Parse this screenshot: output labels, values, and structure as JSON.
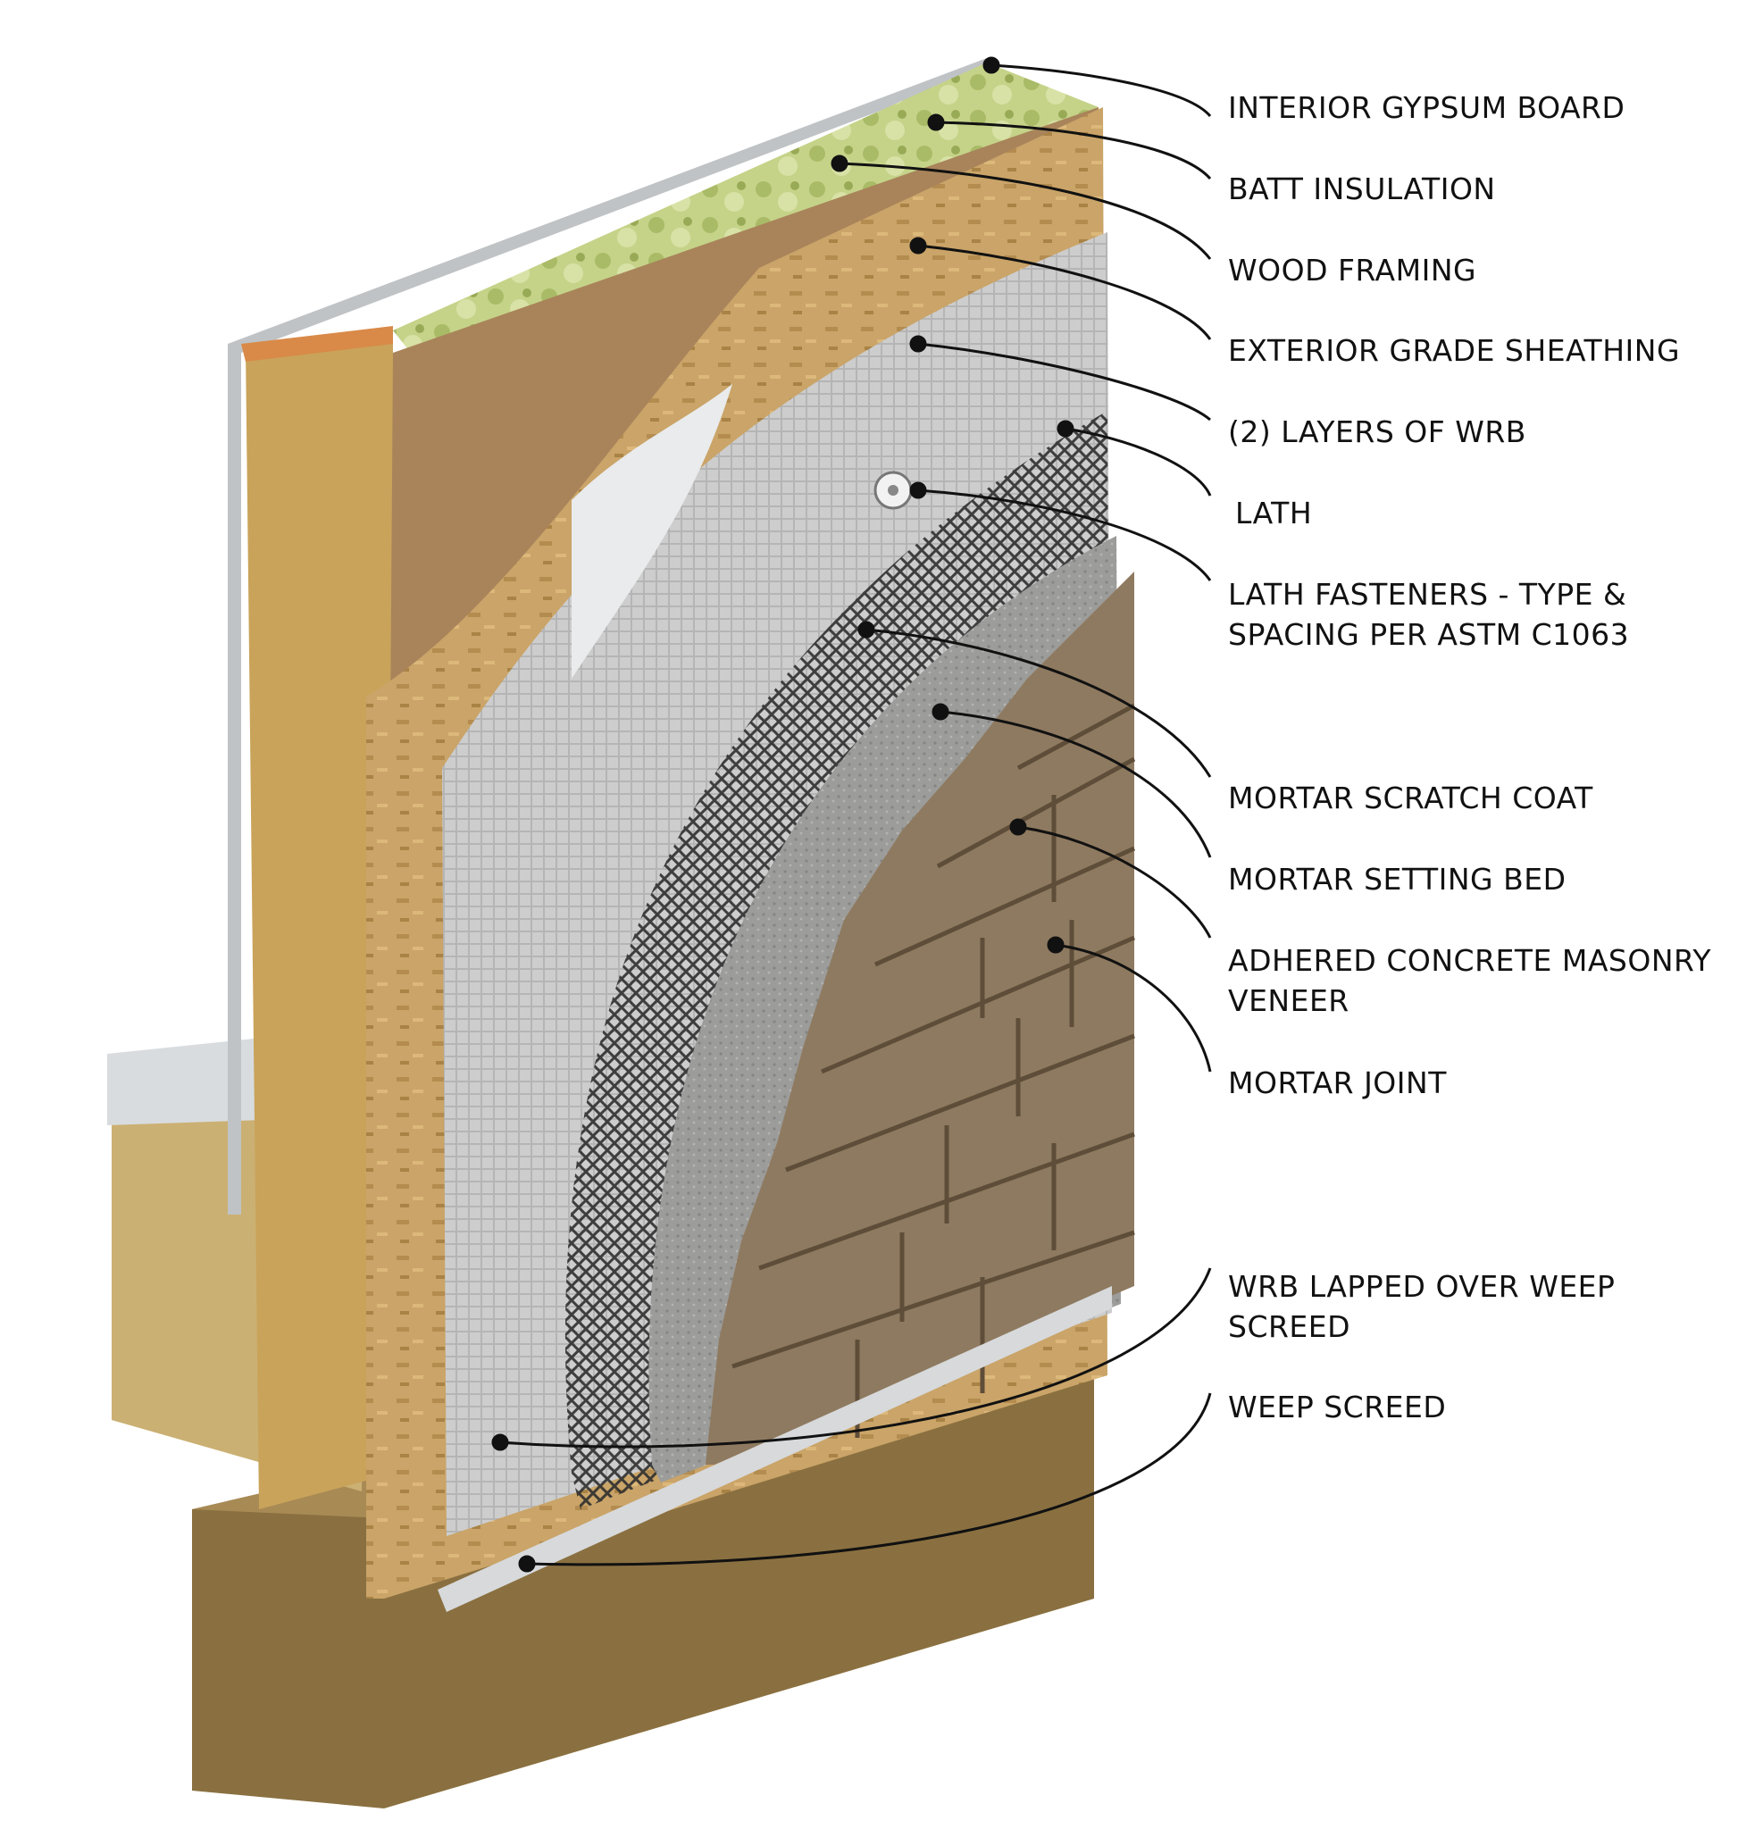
{
  "colors": {
    "wood": "#c9a35a",
    "osb": "#c7a061",
    "insulation": "#b8c878",
    "wrb": "#cfcfcf",
    "lath": "#3a3a3a",
    "mortar": "#9a9a98",
    "stone": "#8e7a60",
    "foundation": "#8a7040",
    "leader": "#111111"
  },
  "callouts": [
    {
      "id": "interior-gypsum-board",
      "lines": [
        "INTERIOR GYPSUM BOARD"
      ]
    },
    {
      "id": "batt-insulation",
      "lines": [
        "BATT INSULATION"
      ]
    },
    {
      "id": "wood-framing",
      "lines": [
        "WOOD FRAMING"
      ]
    },
    {
      "id": "exterior-grade-sheathing",
      "lines": [
        "EXTERIOR GRADE SHEATHING"
      ]
    },
    {
      "id": "layers-of-wrb",
      "lines": [
        "(2) LAYERS OF WRB"
      ]
    },
    {
      "id": "lath",
      "lines": [
        "LATH"
      ]
    },
    {
      "id": "lath-fasteners",
      "lines": [
        "LATH FASTENERS - TYPE &",
        "SPACING PER ASTM C1063"
      ]
    },
    {
      "id": "mortar-scratch-coat",
      "lines": [
        "MORTAR SCRATCH COAT"
      ]
    },
    {
      "id": "mortar-setting-bed",
      "lines": [
        "MORTAR SETTING BED"
      ]
    },
    {
      "id": "adhered-concrete-masonry-veneer",
      "lines": [
        "ADHERED CONCRETE MASONRY",
        "VENEER"
      ]
    },
    {
      "id": "mortar-joint",
      "lines": [
        "MORTAR JOINT"
      ]
    },
    {
      "id": "wrb-lapped-over-weep-screed",
      "lines": [
        "WRB LAPPED OVER WEEP",
        "SCREED"
      ]
    },
    {
      "id": "weep-screed",
      "lines": [
        "WEEP SCREED"
      ]
    }
  ]
}
